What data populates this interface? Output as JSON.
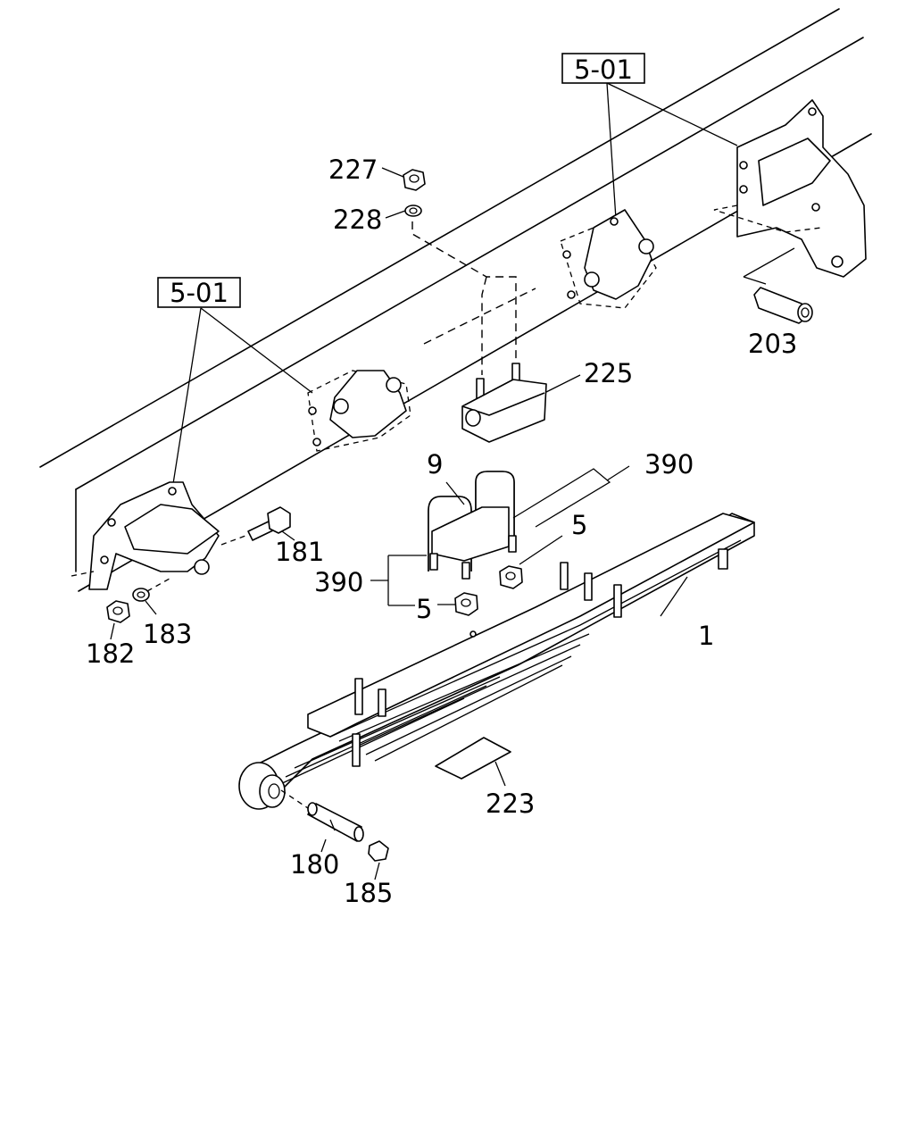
{
  "diagram": {
    "assembly_refs": [
      "5-01",
      "5-01"
    ],
    "callouts": {
      "c227": "227",
      "c228": "228",
      "c203": "203",
      "c225": "225",
      "c9": "9",
      "c390_top": "390",
      "c5_right": "5",
      "c390_left": "390",
      "c5_left": "5",
      "c181": "181",
      "c182": "182",
      "c183": "183",
      "c1": "1",
      "c223": "223",
      "c180": "180",
      "c185": "185"
    }
  }
}
